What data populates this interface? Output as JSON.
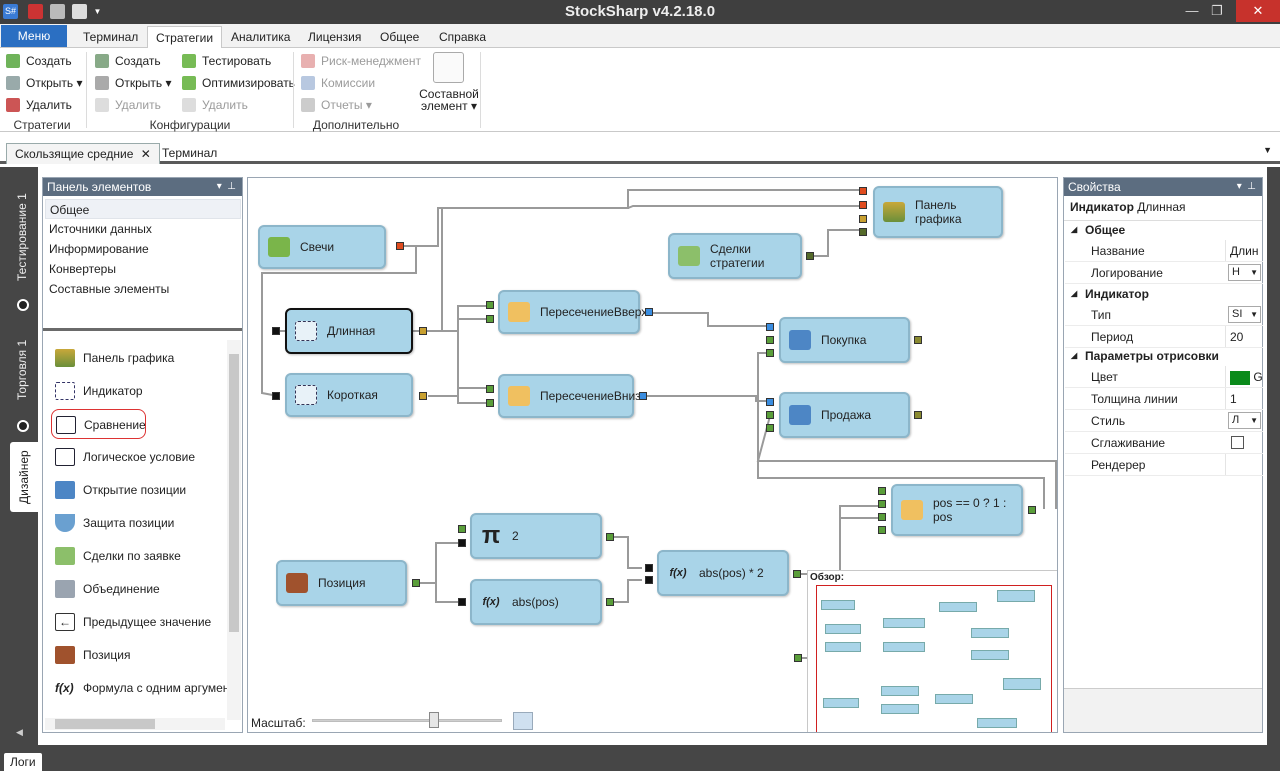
{
  "window": {
    "title": "StockSharp v4.2.18.0"
  },
  "ribbon_tabs": {
    "menu": "Меню",
    "items": [
      "Терминал",
      "Стратегии",
      "Аналитика",
      "Лицензия",
      "Общее",
      "Справка"
    ],
    "active": "Стратегии"
  },
  "ribbon": {
    "strategies": {
      "create": "Создать",
      "open": "Открыть",
      "delete": "Удалить",
      "group": "Стратегии"
    },
    "configurations": {
      "create": "Создать",
      "open": "Открыть",
      "delete": "Удалить",
      "test": "Тестировать",
      "optimize": "Оптимизировать",
      "delete2": "Удалить",
      "group": "Конфигурации"
    },
    "additional": {
      "risk": "Риск-менеджмент",
      "commissions": "Комиссии",
      "reports": "Отчеты",
      "group": "Дополнительно"
    },
    "composite": {
      "line1": "Составной",
      "line2": "элемент"
    }
  },
  "doc_tabs": [
    "Скользящие средние",
    "Терминал"
  ],
  "left_tabs": [
    "Тестирование 1",
    "Торговля 1",
    "Дизайнер"
  ],
  "elements_panel": {
    "title": "Панель элементов",
    "categories": [
      "Общее",
      "Источники данных",
      "Информирование",
      "Конвертеры",
      "Составные элементы"
    ],
    "items": [
      "Панель графика",
      "Индикатор",
      "Сравнение",
      "Логическое условие",
      "Открытие позиции",
      "Защита позиции",
      "Сделки по заявке",
      "Объединение",
      "Предыдущее значение",
      "Позиция",
      "Формула с одним аргумен"
    ]
  },
  "diagram": {
    "nodes": {
      "candles": "Свечи",
      "long": "Длинная",
      "short": "Короткая",
      "cross_up": "ПересечениеВверх",
      "cross_down": "ПересечениеВниз",
      "chart": "Панель графика",
      "trades": "Сделки стратегии",
      "buy": "Покупка",
      "sell": "Продажа",
      "pos_formula": "pos == 0 ? 1 : pos",
      "position": "Позиция",
      "pi": "2",
      "abs": "abs(pos)",
      "abs2": "abs(pos) * 2"
    },
    "overview_label": "Обзор:",
    "scale_label": "Масштаб:",
    "zoom_level": 0.65
  },
  "properties": {
    "title": "Свойства",
    "object_type": "Индикатор",
    "object_name": "Длинная",
    "sections": {
      "general": "Общее",
      "indicator": "Индикатор",
      "render": "Параметры отрисовки"
    },
    "rows": {
      "name_label": "Название",
      "name_value": "Длин",
      "log_label": "Логирование",
      "log_value": "Н",
      "type_label": "Тип",
      "type_value": "SI",
      "period_label": "Период",
      "period_value": "20",
      "color_label": "Цвет",
      "color_value": "G",
      "width_label": "Толщина линии",
      "width_value": "1",
      "style_label": "Стиль",
      "style_value": "Л",
      "smooth_label": "Сглаживание",
      "renderer_label": "Рендерер"
    }
  },
  "colors": {
    "accent": "#2b6fc2",
    "node_fill": "#a9d4e8",
    "panel_header": "#5c6d80",
    "close": "#c7322c"
  },
  "logs_tab": "Логи"
}
